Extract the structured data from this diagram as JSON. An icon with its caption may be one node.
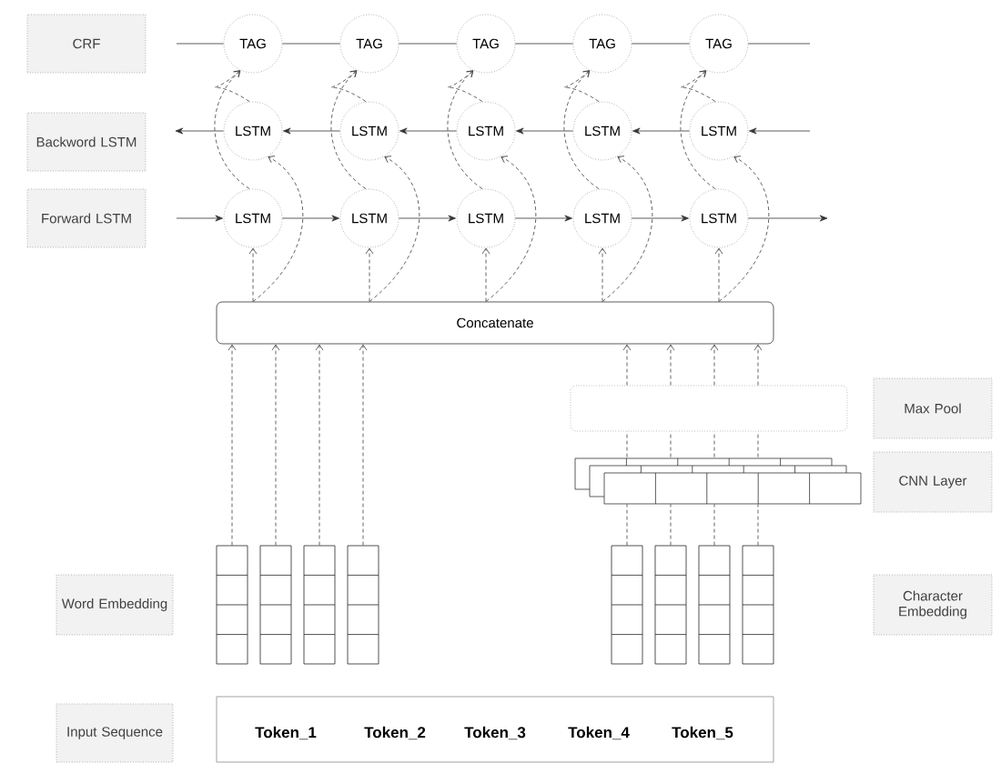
{
  "diagram": {
    "nodes": [
      {
        "text": [
          "CRF"
        ]
      },
      {
        "text": [
          "Backword LSTM"
        ]
      },
      {
        "text": [
          "Forward LSTM"
        ]
      },
      {
        "text": [
          "TAG"
        ]
      },
      {
        "text": [
          "TAG"
        ]
      },
      {
        "text": [
          "TAG"
        ]
      },
      {
        "text": [
          "TAG"
        ]
      },
      {
        "text": [
          "TAG"
        ]
      },
      {
        "text": [
          "LSTM"
        ]
      },
      {
        "text": [
          "LSTM"
        ]
      },
      {
        "text": [
          "LSTM"
        ]
      },
      {
        "text": [
          "LSTM"
        ]
      },
      {
        "text": [
          "LSTM"
        ]
      },
      {
        "text": [
          "LSTM"
        ]
      },
      {
        "text": [
          "LSTM"
        ]
      },
      {
        "text": [
          "LSTM"
        ]
      },
      {
        "text": [
          "LSTM"
        ]
      },
      {
        "text": [
          "LSTM"
        ]
      },
      {
        "text": [
          "Concatenate"
        ]
      },
      {
        "text": [
          "Max Pool"
        ]
      },
      {
        "text": [],
        "shape": "box"
      },
      {
        "text": [
          "CNN Layer"
        ]
      },
      {
        "text": [],
        "shape": "box"
      },
      {
        "text": [],
        "shape": "box"
      },
      {
        "text": [],
        "shape": "box"
      },
      {
        "text": [],
        "shape": "box"
      },
      {
        "text": [],
        "shape": "box"
      },
      {
        "text": [],
        "shape": "box"
      },
      {
        "text": [],
        "shape": "box"
      },
      {
        "text": [],
        "shape": "box"
      },
      {
        "text": [],
        "shape": "box"
      },
      {
        "text": [
          "Word Embedding"
        ]
      },
      {
        "text": [
          "Character Embedding"
        ]
      },
      {
        "text": [
          "Input Sequence"
        ]
      },
      {
        "text": [
          "Token_1",
          "Token_2",
          "Token_3",
          "Token_4",
          "Token_5"
        ]
      }
    ],
    "edges": [
      {
        "from": null,
        "to": 3,
        "arrow": "none"
      },
      {
        "from": 3,
        "to": 4,
        "arrow": "none"
      },
      {
        "from": 4,
        "to": 5,
        "arrow": "none"
      },
      {
        "from": 5,
        "to": 6,
        "arrow": "none"
      },
      {
        "from": 6,
        "to": 7,
        "arrow": "none"
      },
      {
        "from": 7,
        "to": null,
        "arrow": "none"
      },
      {
        "from": null,
        "to": 12,
        "arrow": "to"
      },
      {
        "from": 12,
        "to": 11,
        "arrow": "to"
      },
      {
        "from": 11,
        "to": 10,
        "arrow": "to"
      },
      {
        "from": 10,
        "to": 9,
        "arrow": "to"
      },
      {
        "from": 9,
        "to": 8,
        "arrow": "to"
      },
      {
        "from": 8,
        "to": null,
        "arrow": "to"
      },
      {
        "from": null,
        "to": 13,
        "arrow": "to"
      },
      {
        "from": 13,
        "to": 14,
        "arrow": "to"
      },
      {
        "from": 14,
        "to": 15,
        "arrow": "to"
      },
      {
        "from": 15,
        "to": 16,
        "arrow": "to"
      },
      {
        "from": 16,
        "to": 17,
        "arrow": "to"
      },
      {
        "from": 17,
        "to": null,
        "arrow": "to"
      },
      {
        "from": 8,
        "to": 3,
        "arrow": "to",
        "style": "dashed"
      },
      {
        "from": 9,
        "to": 4,
        "arrow": "to",
        "style": "dashed"
      },
      {
        "from": 10,
        "to": 5,
        "arrow": "to",
        "style": "dashed"
      },
      {
        "from": 11,
        "to": 6,
        "arrow": "to",
        "style": "dashed"
      },
      {
        "from": 12,
        "to": 7,
        "arrow": "to",
        "style": "dashed"
      },
      {
        "from": 13,
        "to": 3,
        "arrow": "to",
        "style": "dashed"
      },
      {
        "from": 14,
        "to": 4,
        "arrow": "to",
        "style": "dashed"
      },
      {
        "from": 15,
        "to": 5,
        "arrow": "to",
        "style": "dashed"
      },
      {
        "from": 16,
        "to": 6,
        "arrow": "to",
        "style": "dashed"
      },
      {
        "from": 17,
        "to": 7,
        "arrow": "to",
        "style": "dashed"
      },
      {
        "from": 18,
        "to": 13,
        "arrow": "to",
        "style": "dashed"
      },
      {
        "from": 18,
        "to": 14,
        "arrow": "to",
        "style": "dashed"
      },
      {
        "from": 18,
        "to": 15,
        "arrow": "to",
        "style": "dashed"
      },
      {
        "from": 18,
        "to": 16,
        "arrow": "to",
        "style": "dashed"
      },
      {
        "from": 18,
        "to": 17,
        "arrow": "to",
        "style": "dashed"
      },
      {
        "from": 18,
        "to": 8,
        "arrow": "to",
        "style": "dashed"
      },
      {
        "from": 18,
        "to": 9,
        "arrow": "to",
        "style": "dashed"
      },
      {
        "from": 18,
        "to": 10,
        "arrow": "to",
        "style": "dashed"
      },
      {
        "from": 18,
        "to": 11,
        "arrow": "to",
        "style": "dashed"
      },
      {
        "from": 18,
        "to": 12,
        "arrow": "to",
        "style": "dashed"
      },
      {
        "from": 23,
        "to": 18,
        "arrow": "to",
        "style": "dashed"
      },
      {
        "from": 24,
        "to": 18,
        "arrow": "to",
        "style": "dashed"
      },
      {
        "from": 25,
        "to": 18,
        "arrow": "to",
        "style": "dashed"
      },
      {
        "from": 26,
        "to": 18,
        "arrow": "to",
        "style": "dashed"
      },
      {
        "from": 27,
        "to": 22,
        "arrow": "none",
        "style": "dashed"
      },
      {
        "from": 28,
        "to": 22,
        "arrow": "none",
        "style": "dashed"
      },
      {
        "from": 29,
        "to": 22,
        "arrow": "none",
        "style": "dashed"
      },
      {
        "from": 30,
        "to": 22,
        "arrow": "none",
        "style": "dashed"
      },
      {
        "from": 22,
        "to": 20,
        "arrow": "none",
        "style": "dashed"
      },
      {
        "from": 22,
        "to": 20,
        "arrow": "none",
        "style": "dashed"
      },
      {
        "from": 22,
        "to": 20,
        "arrow": "none",
        "style": "dashed"
      },
      {
        "from": 22,
        "to": 20,
        "arrow": "none",
        "style": "dashed"
      },
      {
        "from": 20,
        "to": 18,
        "arrow": "to",
        "style": "dashed"
      },
      {
        "from": 20,
        "to": 18,
        "arrow": "to",
        "style": "dashed"
      },
      {
        "from": 20,
        "to": 18,
        "arrow": "to",
        "style": "dashed"
      },
      {
        "from": 20,
        "to": 18,
        "arrow": "to",
        "style": "dashed"
      }
    ]
  }
}
